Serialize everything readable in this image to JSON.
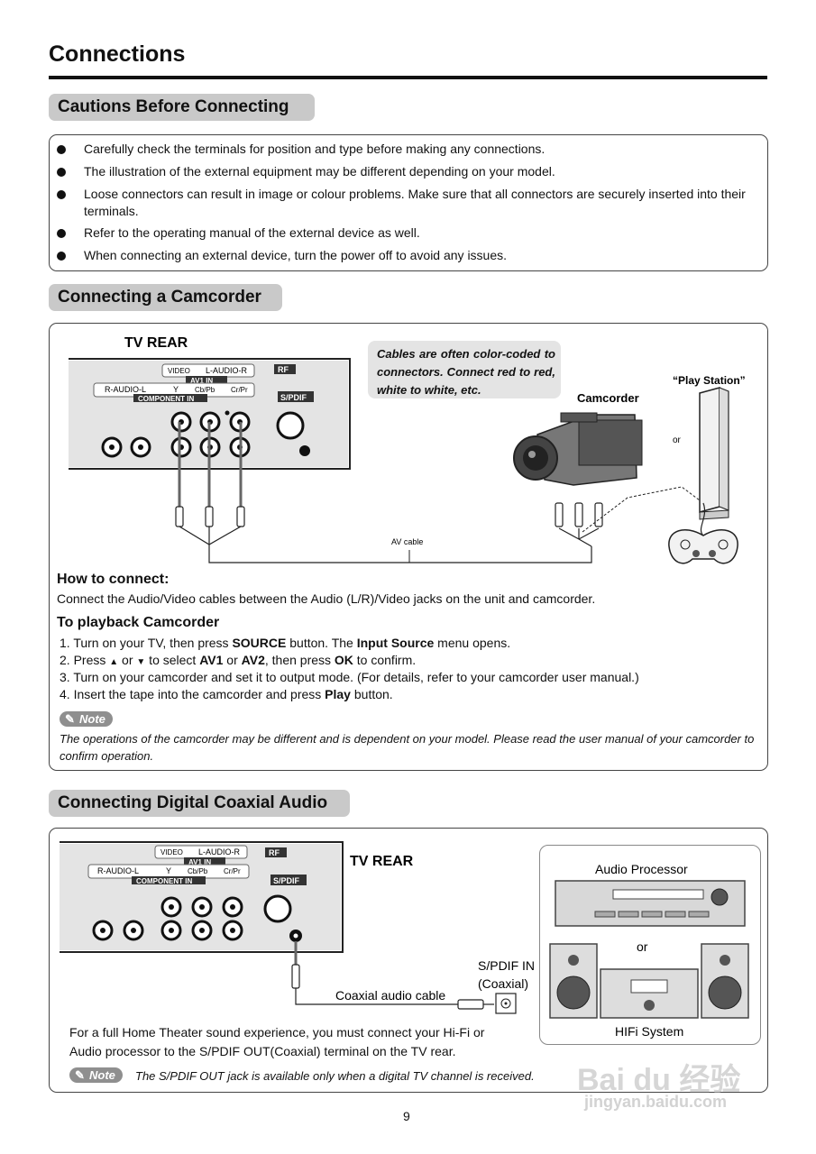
{
  "page": {
    "title": "Connections",
    "page_number": "9"
  },
  "cautions": {
    "heading": "Cautions Before Connecting",
    "items": [
      "Carefully check the terminals for position and type before making any connections.",
      "The illustration of the external equipment may be different depending on your model.",
      "Loose connectors can result in image or colour problems. Make sure that all connectors are securely inserted into their terminals.",
      "Refer to the operating manual of the external device as well.",
      "When connecting an external device, turn the power off to avoid any issues."
    ]
  },
  "camcorder": {
    "heading": "Connecting a Camcorder",
    "diagram": {
      "tv_rear": "TV REAR",
      "panel_video": "VIDEO",
      "panel_l_audio_r": "L-AUDIO-R",
      "panel_av1_in": "AV1 IN",
      "panel_r_audio_l": "R-AUDIO-L",
      "panel_y": "Y",
      "panel_cbpb": "Cb/Pb",
      "panel_crpr": "Cr/Pr",
      "panel_component_in": "COMPONENT IN",
      "panel_rf": "RF",
      "panel_spdif": "S/PDIF",
      "callout": "Cables are often color-coded to connectors. Connect red to red, white to white, etc.",
      "camcorder_label": "Camcorder",
      "play_station_label": "“Play Station”",
      "or_label": "or",
      "av_cable_label": "AV cable"
    },
    "how_heading": "How to connect:",
    "how_text": "Connect the Audio/Video cables between the Audio (L/R)/Video jacks on the unit and camcorder.",
    "playback_heading": "To playback Camcorder",
    "step1_a": "1. Turn on your TV,  then press ",
    "step1_b": "SOURCE",
    "step1_c": " button. The ",
    "step1_d": "Input Source",
    "step1_e": " menu opens.",
    "step2_a": "2. Press ",
    "step2_up": "▲",
    "step2_or": " or ",
    "step2_down": "▼",
    "step2_b": " to select ",
    "step2_c": "AV1",
    "step2_d": " or ",
    "step2_e": "AV2",
    "step2_f": ", then press ",
    "step2_g": "OK",
    "step2_h": " to confirm.",
    "step3": "3. Turn on your camcorder and set it to output mode. (For details, refer to your camcorder user manual.)",
    "step4_a": "4. Insert the tape into the camcorder and press ",
    "step4_b": "Play",
    "step4_c": " button.",
    "note_label": "Note",
    "note_text": "The operations of the camcorder may be different and is dependent on your model. Please read the user manual of your camcorder to confirm operation."
  },
  "coaxial": {
    "heading": "Connecting Digital Coaxial Audio",
    "diagram": {
      "tv_rear": "TV REAR",
      "spdif_in": "S/PDIF IN",
      "coaxial_paren": "(Coaxial)",
      "cable_label": "Coaxial audio cable",
      "audio_processor": "Audio  Processor",
      "or_label": "or",
      "hifi_system": "HIFi  System"
    },
    "body_line1": "For a full Home Theater sound experience, you must connect your Hi-Fi or",
    "body_line2": "Audio processor to the S/PDIF OUT(Coaxial) terminal on the TV rear.",
    "note_label": "Note",
    "note_text": "The S/PDIF OUT jack is available only when a digital TV channel is received."
  },
  "watermark": {
    "logo": "Bai du 经验",
    "url": "jingyan.baidu.com"
  },
  "colors": {
    "heading_bg": "#c9c9c9",
    "note_bg": "#8f8f8f",
    "panel_bg": "#e4e4e4"
  }
}
